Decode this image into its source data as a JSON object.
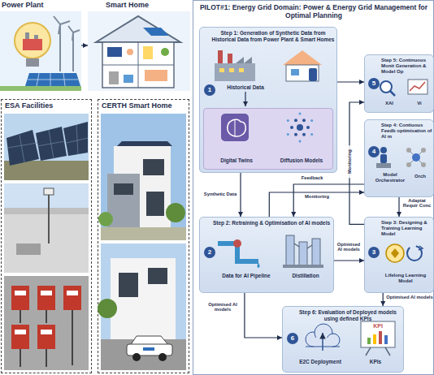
{
  "diagram": {
    "nodes": [
      {
        "text": [
          "Power Plant"
        ]
      },
      {
        "text": [
          "Smart Home"
        ]
      },
      {
        "text": [
          "ESA Facilities"
        ]
      },
      {
        "text": [
          "CERTH Smart Home"
        ]
      },
      {
        "text": [
          "PILOT#1: Energy Grid Domain: Power & Energy Grid Management for Optimal Planning"
        ]
      },
      {
        "text": [
          "Step 1: Generation of Synthetic Data from Historical Data from Power Plant & Smart Homes",
          "1"
        ],
        "in": 4
      },
      {
        "text": [
          "Digital Twins",
          "Diffusion Models"
        ],
        "in": 5
      },
      {
        "text": [
          "Step 5: Continuous Monit Generation & Model Op",
          "5",
          "XAI",
          "Vi"
        ],
        "in": 4
      },
      {
        "text": [
          "Step 4: Contiuous Feedb optimisation of AI m",
          "4",
          "Model Orchestrator",
          "Orch"
        ],
        "in": 4
      },
      {
        "text": [
          "Step 2: Retraining & Optimisation of AI models",
          "2",
          "Data for AI Pipeline",
          "Distillation"
        ],
        "in": 4
      },
      {
        "text": [
          "Step 3: Designing & Training Learning Model",
          "3",
          "Lifelong Learning Model"
        ],
        "in": 4
      },
      {
        "text": [
          "Step 6: Evaluation of Deployed models using defined KPIs",
          "6",
          "E2C Deployment",
          "KPIs"
        ],
        "in": 4
      }
    ],
    "edges": [
      {
        "from": 0,
        "to": 1,
        "arrow": "to"
      },
      {
        "from": 5,
        "to": 9,
        "label": "Synthetic Data",
        "arrow": "to"
      },
      {
        "from": 8,
        "to": 9,
        "label": "Feedback",
        "arrow": "to"
      },
      {
        "from": 9,
        "to": 8,
        "label": "Monitoring",
        "arrow": "to"
      },
      {
        "from": 5,
        "to": 7,
        "arrow": "to"
      },
      {
        "from": 10,
        "to": 7,
        "label": "Monitoring",
        "arrow": "to"
      },
      {
        "from": 9,
        "to": 10,
        "label": "Optimised AI models",
        "arrow": "to"
      },
      {
        "from": 8,
        "to": 10,
        "label": "Adaptat Requir Conc",
        "arrow": "to"
      },
      {
        "from": 10,
        "to": 11,
        "label": "Optimised AI models",
        "arrow": "to"
      },
      {
        "from": 9,
        "to": 11,
        "label": "Optimised AI models",
        "arrow": "to"
      }
    ],
    "labels": [
      "Historical Data",
      "KPI"
    ]
  }
}
